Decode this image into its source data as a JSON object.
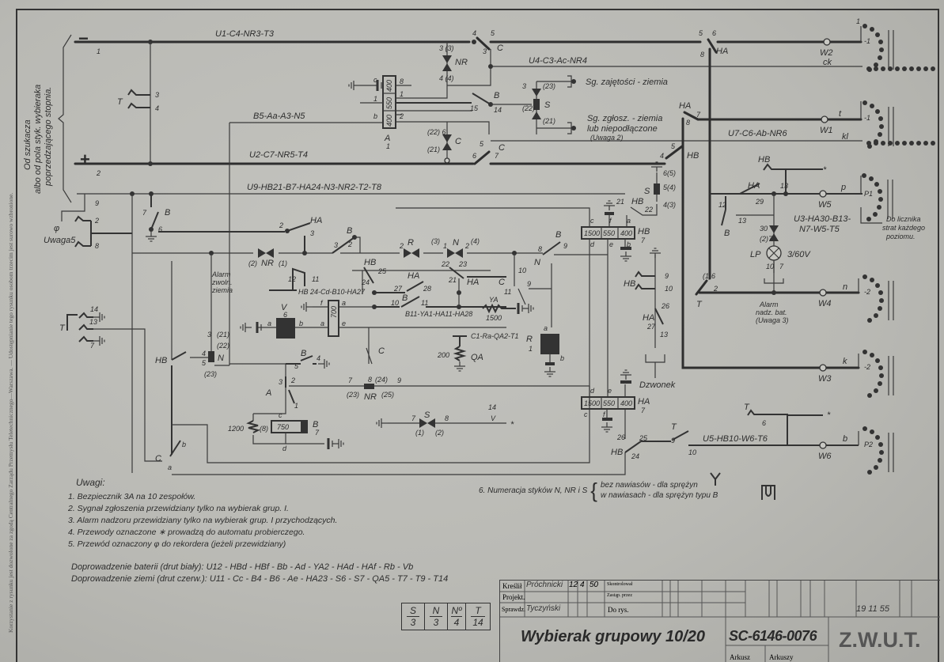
{
  "margin_notice": "Korzystanie z rysunku jest dozwolone za zgodą Centralnego Zarządu Przemysłu Teletechnicznego—Warszawa. — Udostępnianie tego rysunku osobom trzecim jest surowo wzbronione.",
  "source_brace": [
    "Od szukacza",
    "albo od pola styk. wybieraka",
    "poprzedzającego stopnia."
  ],
  "polarity": {
    "minus": "−",
    "plus": "+"
  },
  "wires": {
    "minus": "U1-C4-NR3-T3",
    "plus": "U2-C7-NR5-T4",
    "b5": "B5-Aa-A3-N5",
    "u9": "U9-HB21-B7-HA24-N3-NR2-T2-T8",
    "u4": "U4-C3-Ac-NR4",
    "u7": "U7-C6-Ab-NR6",
    "u3": [
      "U3-HA30-B13-",
      "N7-W5-T5"
    ],
    "u5": "U5-HB10-W6-T6",
    "hb24": "HB 24-Cd-B10-HA27",
    "b11": "B11-YA1-HA11-HA28",
    "c1": "C1-Ra-QA2-T1"
  },
  "signals": {
    "busy": "Sg. zajętości - ziemia",
    "call": [
      "Sg. zgłosz. - ziemia",
      "lub niepodłączone",
      "(Uwaga 2)"
    ],
    "alarm_ground": [
      "Alarm",
      "zwoln.",
      "ziemia"
    ],
    "alarm_bat": [
      "Alarm",
      "nadz. bat.",
      "(Uwaga 3)"
    ],
    "counter": [
      "Do licznika",
      "strat każdego",
      "poziomu."
    ],
    "bell": "Dzwonek",
    "uwaga5": "Uwaga5",
    "phi": "φ",
    "lamp": "LP",
    "lamp_rating": "3/60V",
    "star": "*"
  },
  "relays": {
    "A": {
      "name": "A",
      "sub": "1",
      "windings": [
        "400",
        "550",
        "400"
      ]
    },
    "HB": {
      "name": "HB",
      "sub": "7",
      "windings": [
        "1500",
        "550",
        "400"
      ]
    },
    "HA": {
      "name": "HA",
      "sub": "7",
      "windings": [
        "1500",
        "550",
        "400"
      ]
    },
    "B": {
      "name": "B",
      "sub": "7",
      "value": "750",
      "shunt": "1200",
      "shunt_pin": "(8)"
    },
    "V": {
      "name": "V",
      "sub": "6"
    },
    "C": {
      "value": "700"
    },
    "R": {
      "name": "R",
      "sub": "1"
    },
    "QA": {
      "name": "QA",
      "value": "200"
    },
    "YA": {
      "name": "YA",
      "value": "1500"
    }
  },
  "component_letters": [
    "T",
    "T",
    "B",
    "HA",
    "NR",
    "B",
    "R",
    "N",
    "HB",
    "HA",
    "HA",
    "B",
    "C",
    "T",
    "C",
    "HB",
    "N",
    "B",
    "A",
    "NR",
    "S",
    "HB",
    "C",
    "NR",
    "NR",
    "C",
    "S",
    "HA",
    "HB",
    "HB",
    "B",
    "HA",
    "T",
    "N",
    "HB",
    "T",
    "HB",
    "HA",
    "HB",
    "T",
    "C"
  ],
  "outlets": {
    "W2": "W2",
    "W1": "W1",
    "W5": "W5",
    "W4": "W4",
    "W3": "W3",
    "W6": "W6"
  },
  "bank_wires": {
    "ck": "ck",
    "t": "t",
    "kl": "kl",
    "p": "p",
    "n": "n",
    "k": "k",
    "b": "b"
  },
  "bank_labels": {
    "b1": "1",
    "m1": "-1",
    "m1b": "-1",
    "p1": "P1",
    "m2": "-2",
    "p2": "-2",
    "p3": "P2"
  },
  "terminal_numbers": [
    "1",
    "2",
    "9",
    "4",
    "7",
    "3",
    "5",
    "2",
    "8",
    "3",
    "4",
    "7",
    "6",
    "14",
    "13",
    "7"
  ],
  "pin_labels": [
    "4",
    "5",
    "3 (3)",
    "4 (4)",
    "3",
    "(22) 6",
    "(21)",
    "5",
    "6",
    "7",
    "8",
    "15",
    "14",
    "3",
    "(23)",
    "2",
    "(22)",
    "1",
    "(21)",
    "18",
    "8",
    "5",
    "6",
    "4",
    "7",
    "8",
    "4",
    "5",
    "6",
    "6(5)",
    "5(4)",
    "4(3)",
    "21",
    "22",
    "23",
    "2",
    "3",
    "2",
    "1",
    "(2)",
    "(1)",
    "3",
    "2",
    "1",
    "2",
    "(3)",
    "1",
    "2",
    "(4)",
    "22",
    "23",
    "21",
    "25",
    "24",
    "27",
    "28",
    "10",
    "11",
    "12",
    "11",
    "13",
    "8",
    "9",
    "10",
    "9",
    "11",
    "1",
    "2",
    "3",
    "(21)",
    "4",
    "(22)",
    "5",
    "(23)",
    "5",
    "4",
    "3",
    "2",
    "1",
    "7",
    "8",
    "(24)",
    "9",
    "(23)",
    "(25)",
    "7",
    "(1)",
    "8",
    "(2)",
    "14",
    "13",
    "12",
    "9",
    "10",
    "26",
    "27",
    "13",
    "25",
    "24",
    "26",
    "9",
    "10",
    "6",
    "12",
    "13",
    "29",
    "30",
    "(2)7",
    "(1)6",
    "2",
    "10",
    "7",
    "8",
    "1",
    "2",
    "c",
    "1",
    "b",
    "d",
    "e",
    "a",
    "f",
    "a",
    "b",
    "c",
    "d",
    "e",
    "f",
    "a",
    "b",
    "c",
    "d",
    "e",
    "f",
    "a",
    "b",
    "a",
    "b",
    "c",
    "d",
    "a",
    "b",
    "a",
    "b"
  ],
  "notes": {
    "heading": "Uwagi:",
    "items": [
      "1. Bezpiecznik 3A na 10 zespołów.",
      "2. Sygnał zgłoszenia przewidziany tylko na wybierak grup. I.",
      "3. Alarm nadzoru przewidziany tylko na wybierak grup. I przychodzących.",
      "4. Przewody oznaczone ∗ prowadzą do automatu probierczego.",
      "5. Przewód oznaczony φ do rekordera (jeżeli przewidziany)"
    ],
    "battery": "Doprowadzenie baterii (drut biały): U12 - HBd - HBf - Bb - Ad - YA2 - HAd - HAf - Rb - Vb",
    "ground": "Doprowadzenie ziemi (drut czerw.): U11 - Cc - B4 - B6 - Ae - HA23 - S6 - S7 - QA5 - T7 - T9 - T14",
    "note6": {
      "lead": "6. Numeracja styków N, NR i S",
      "line1": "bez nawiasów - dla sprężyn",
      "line2": "w nawiasach - dla sprężyn typu B"
    }
  },
  "legend_table": [
    {
      "top": "S",
      "bottom": "3"
    },
    {
      "top": "N",
      "bottom": "3"
    },
    {
      "top": "Nº",
      "bottom": "4"
    },
    {
      "top": "T",
      "bottom": "14"
    }
  ],
  "title_block": {
    "drawn_label": "Kreślił",
    "drawn_by": "Próchnicki",
    "drawn_date": [
      "12",
      "4",
      "50"
    ],
    "designed_label": "Projekt.",
    "checked_label": "Sprawdz.",
    "checked_by": "Tyczyński",
    "controlled_label": "Skontrolował",
    "replaced_label": "Zastąp. przez",
    "for_drawing_label": "Do rys.",
    "stamp": "19 11 55",
    "title": "Wybierak grupowy 10/20",
    "drawing_number": "SC-6146-0076",
    "company": "Z.W.U.T.",
    "sheet_label": "Arkusz",
    "sheets_label": "Arkuszy"
  }
}
